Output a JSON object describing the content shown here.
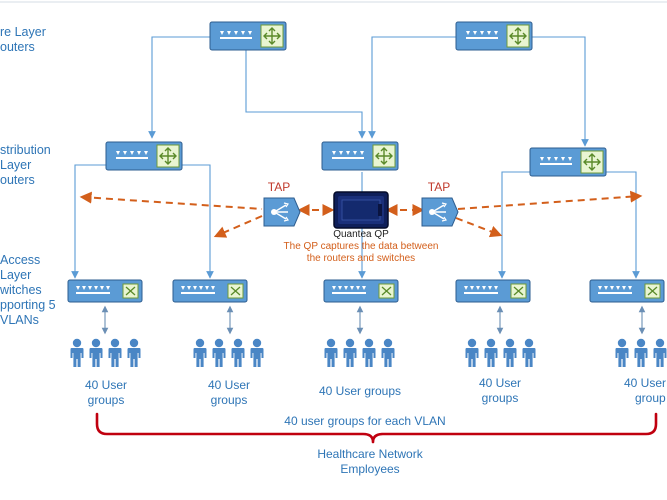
{
  "layers": {
    "core": [
      "re Layer",
      "outers"
    ],
    "distribution": [
      "stribution",
      "Layer",
      "outers"
    ],
    "access": [
      "Access",
      "Layer",
      "witches",
      "pporting 5",
      "VLANs"
    ]
  },
  "tap_label": "TAP",
  "qp": {
    "name": "Quantea QP",
    "caption": [
      "The QP captures the data between",
      "the routers and switches"
    ]
  },
  "user_groups": {
    "label_a": "40 User",
    "label_b": "groups",
    "middle_label": "40 User groups",
    "right_partial_b": "group"
  },
  "vlan_caption": "40 user groups for each VLAN",
  "employees": [
    "Healthcare Network",
    "Employees"
  ],
  "colors": {
    "device": "#5b9bd5",
    "device_border": "#2e5d8f",
    "link": "#5b9bd5",
    "tap_link": "#d35f1b",
    "brace": "#c0000f",
    "person": "#4a86c5",
    "text_blue": "#2e75b6",
    "text_orange": "#d35f1b"
  },
  "icons": [
    "router-icon",
    "switch-icon",
    "tap-icon",
    "capture-appliance-icon",
    "person-icon",
    "bidirectional-arrow-icon",
    "brace-icon"
  ]
}
